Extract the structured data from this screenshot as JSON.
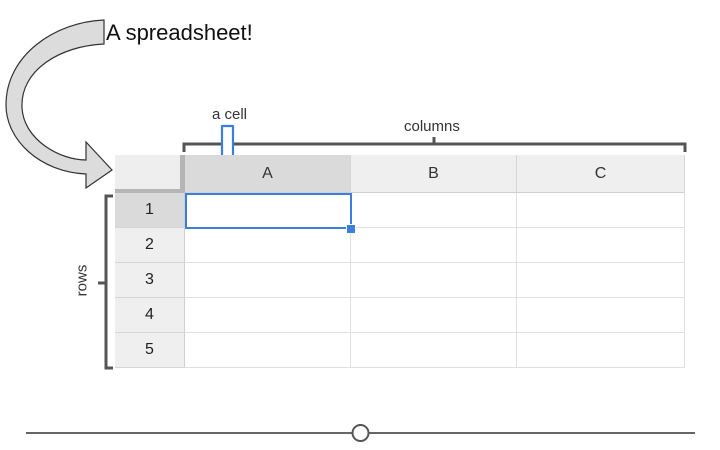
{
  "title": "A spreadsheet!",
  "labels": {
    "cell": "a cell",
    "columns": "columns",
    "rows": "rows"
  },
  "spreadsheet": {
    "columns": [
      "A",
      "B",
      "C"
    ],
    "rows": [
      "1",
      "2",
      "3",
      "4",
      "5"
    ],
    "selected_cell": "A1"
  },
  "colors": {
    "selection": "#3b7de0",
    "header_bg": "#efefef",
    "selected_header_bg": "#dadada",
    "bracket": "#555555",
    "arrow_fill": "#dcdcdc"
  },
  "slider": {
    "value": 0.5
  }
}
